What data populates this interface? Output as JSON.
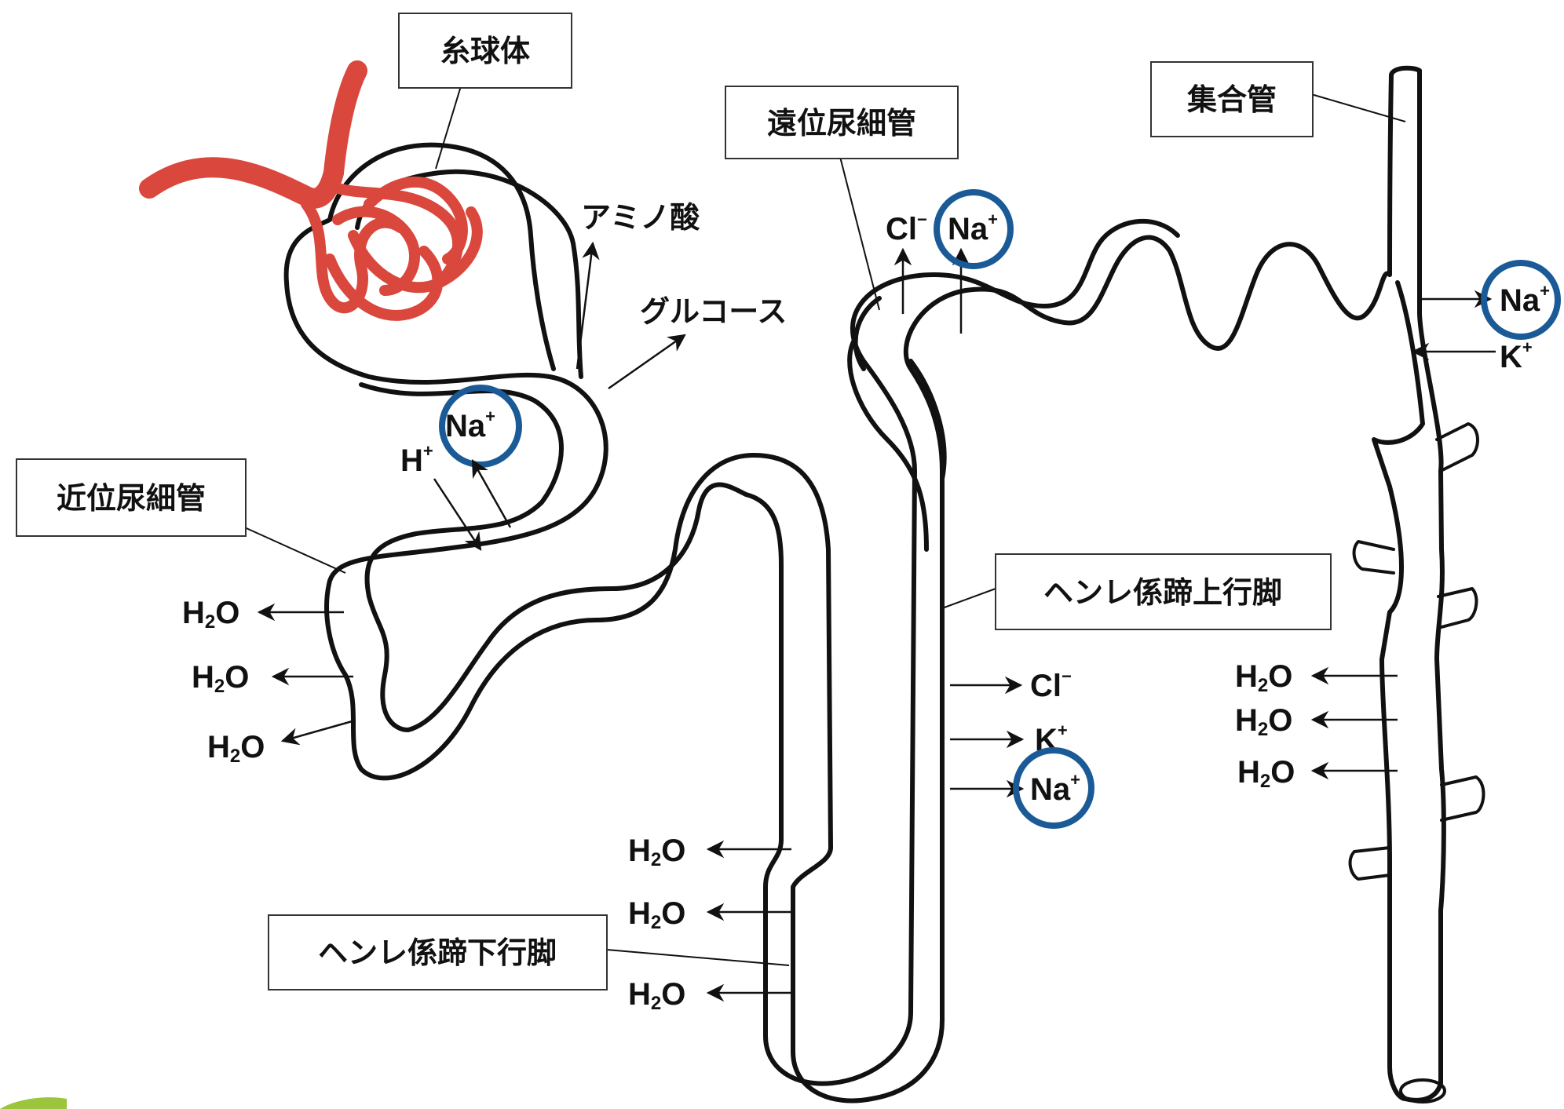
{
  "labels": {
    "glomerulus": "糸球体",
    "proximal_tubule": "近位尿細管",
    "distal_tubule": "遠位尿細管",
    "collecting_duct": "集合管",
    "ascending_limb": "ヘンレ係蹄上行脚",
    "descending_limb": "ヘンレ係蹄下行脚",
    "amino_acid": "アミノ酸",
    "glucose": "グルコース"
  },
  "ions": {
    "na": "Na",
    "h": "H",
    "cl": "Cl",
    "k": "K",
    "h2o_h": "H",
    "h2o_sub": "2",
    "h2o_o": "O",
    "plus": "+",
    "minus": "−"
  },
  "colors": {
    "glomerulus": "#d9473d",
    "highlight": "#1a5a96",
    "line": "#111111"
  }
}
